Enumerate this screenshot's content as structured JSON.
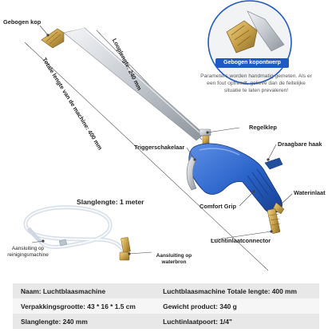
{
  "labels": {
    "nozzle_tip": "Gebogen kop",
    "loop_length": "Looplengte: 240 mm",
    "total_length": "Totale lengte van de machine: 400 mm",
    "regulator": "Regelklep",
    "trigger": "Triggerschakelaar",
    "handle": "Draagbare haak",
    "water_inlet": "Waterinlaat",
    "comfort_grip": "Comfort Grip",
    "air_inlet": "Luchtinlaatconnector",
    "hose_length": "Slanglengte: 1 meter",
    "cleaning_connection": "Aansluiting op\nreinigingsmachine",
    "water_connection": "Aansluiting op\nwaterbron"
  },
  "callout": {
    "title": "Gebogen kopontwerp",
    "note": "Parameters worden handmatig gemeten. Als er een fout optreedt, gelieve dan de feitelijke situatie te laten prevaleren!"
  },
  "specs": [
    [
      "Naam: Luchtblaasmachine",
      "Luchtblaasmachine Totale lengte: 400 mm"
    ],
    [
      "Verpakkingsgrootte: 43 * 16 * 1.5 cm",
      "Gewicht product: 340 g"
    ],
    [
      "Slanglengte: 240 mm",
      "Luchtinlaatpoort: 1/4\""
    ]
  ],
  "colors": {
    "body_blue": "#2a63c9",
    "brass": "#c9a14a",
    "silver": "#cfd3d8",
    "callout_blue": "#1f59c4",
    "table_odd": "#e8e8e8",
    "table_even": "#f6f6f6"
  }
}
